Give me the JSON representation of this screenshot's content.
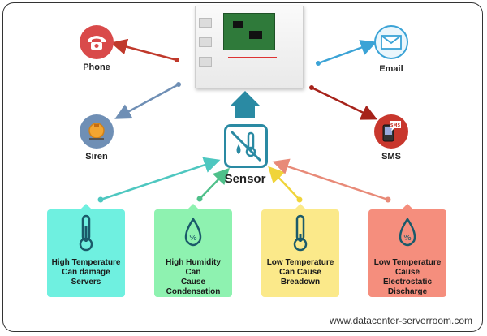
{
  "colors": {
    "frame": "#333333",
    "phone": "#d94a4a",
    "email": "#3ba3d6",
    "siren": "#e8a53a",
    "sms": "#c8372d",
    "sensor": "#2a8aa3",
    "card1": "#6ff0e0",
    "card2": "#8ef2b0",
    "card3": "#fbe98a",
    "card4": "#f58e7d"
  },
  "outputs": {
    "phone": {
      "label": "Phone",
      "icon": "telephone-icon"
    },
    "email": {
      "label": "Email",
      "icon": "envelope-icon"
    },
    "siren": {
      "label": "Siren",
      "icon": "siren-bell-icon"
    },
    "sms": {
      "label": "SMS",
      "icon": "sms-phone-icon"
    }
  },
  "sensor": {
    "label": "Sensor",
    "icon": "sensor-thermometer-icon"
  },
  "conditions": [
    {
      "lines": [
        "High Temperature",
        "Can damage",
        "Servers"
      ],
      "icon": "thermometer-icon"
    },
    {
      "lines": [
        "High Humidity Can",
        "Cause",
        "Condensation"
      ],
      "icon": "humidity-drop-icon"
    },
    {
      "lines": [
        "Low Temperature",
        "Can Cause",
        "Breadown"
      ],
      "icon": "thermometer-icon"
    },
    {
      "lines": [
        "Low Temperature",
        "Cause Electrostatic",
        "Discharge"
      ],
      "icon": "humidity-drop-icon"
    }
  ],
  "footer": {
    "website": "www.datacenter-serverroom.com"
  }
}
